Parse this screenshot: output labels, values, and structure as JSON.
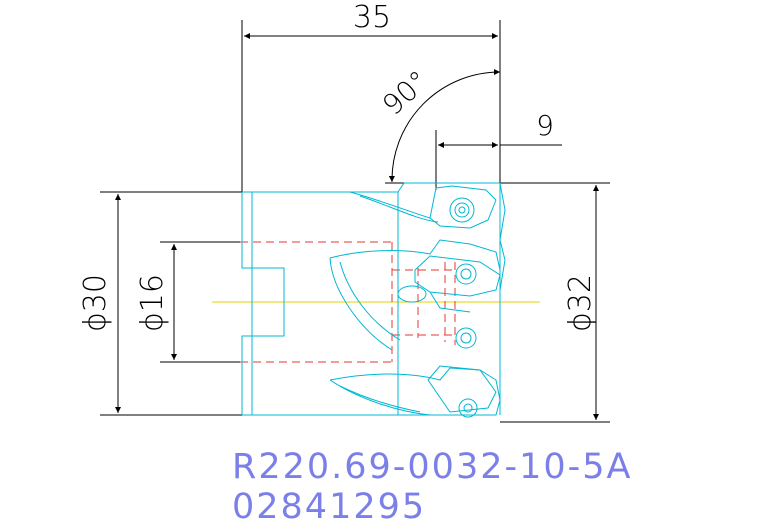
{
  "dimensions": {
    "overall_length": "35",
    "angle": "90°",
    "insert_depth": "9",
    "shank_diameter": "ϕ30",
    "bore_diameter": "ϕ16",
    "cutting_diameter": "ϕ32"
  },
  "part": {
    "designation": "R220.69-0032-10-5A",
    "order_number": "02841295"
  },
  "colors": {
    "dimension_lines": "#000000",
    "body_outline": "#00b8d4",
    "hidden_lines": "#e53935",
    "center_line": "#e6d200",
    "part_text": "#7b7fe8"
  }
}
